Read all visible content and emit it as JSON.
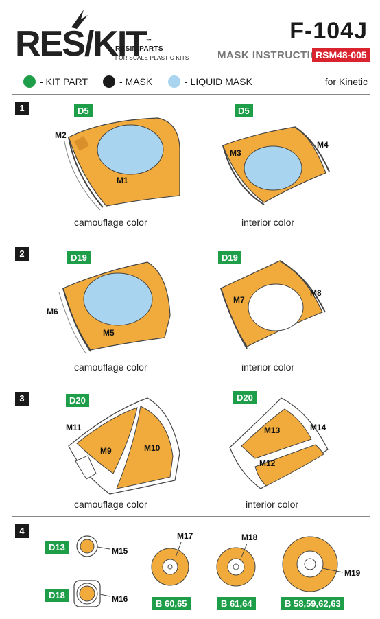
{
  "header": {
    "logo": "RES/KIT",
    "logo_tm": "™",
    "logo_sub1": "RESIN PARTS",
    "logo_sub2": "FOR SCALE PLASTIC KITS",
    "title": "F-104J",
    "instruction_label": "MASK INSTRUCTION",
    "product_code": "RSM48-005"
  },
  "legend": {
    "kit_part": "- KIT PART",
    "mask": "- MASK",
    "liquid_mask": "- LIQUID MASK",
    "for_kit": "for Kinetic",
    "colors": {
      "kit_part": "#1f9e4a",
      "mask": "#1a1a1a",
      "liquid_mask": "#a8d4f0",
      "mask_fill": "#f0ab3c",
      "brand_red": "#d9232e"
    }
  },
  "sections": [
    {
      "number": "1",
      "left_code": "D5",
      "right_code": "D5",
      "left_caption": "camouflage color",
      "right_caption": "interior color",
      "labels": [
        "M2",
        "M1",
        "M3",
        "M4"
      ]
    },
    {
      "number": "2",
      "left_code": "D19",
      "right_code": "D19",
      "left_caption": "camouflage color",
      "right_caption": "interior color",
      "labels": [
        "M6",
        "M5",
        "M7",
        "M8"
      ]
    },
    {
      "number": "3",
      "left_code": "D20",
      "right_code": "D20",
      "left_caption": "camouflage color",
      "right_caption": "interior color",
      "labels": [
        "M11",
        "M9",
        "M10",
        "M13",
        "M14",
        "M12"
      ]
    },
    {
      "number": "4",
      "small": [
        {
          "code": "D13",
          "label": "M15"
        },
        {
          "code": "D18",
          "label": "M16"
        }
      ],
      "wheels": [
        {
          "label": "M17",
          "code": "B 60,65"
        },
        {
          "label": "M18",
          "code": "B 61,64"
        },
        {
          "label": "M19",
          "code": "B 58,59,62,63"
        }
      ]
    }
  ]
}
